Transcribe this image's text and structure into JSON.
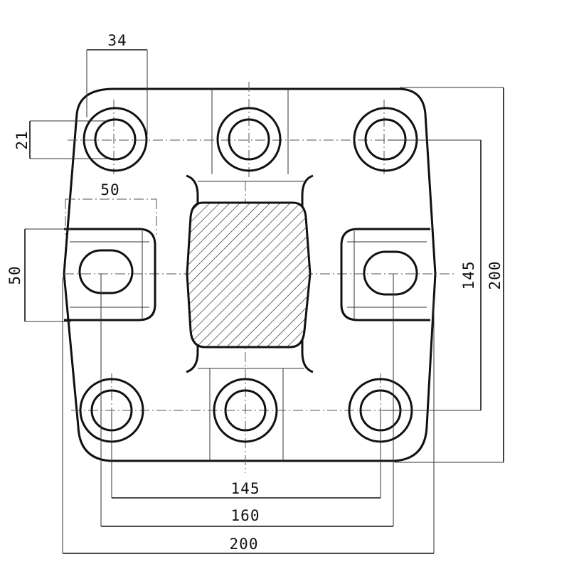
{
  "dimensions": {
    "top_hole_offset": "34",
    "hole_diameter": "21",
    "slot_width": "50",
    "slot_height": "50",
    "vertical_hole_spacing": "145",
    "overall_height": "200",
    "bottom_hole_spacing": "145",
    "slot_spacing": "160",
    "overall_width": "200"
  }
}
